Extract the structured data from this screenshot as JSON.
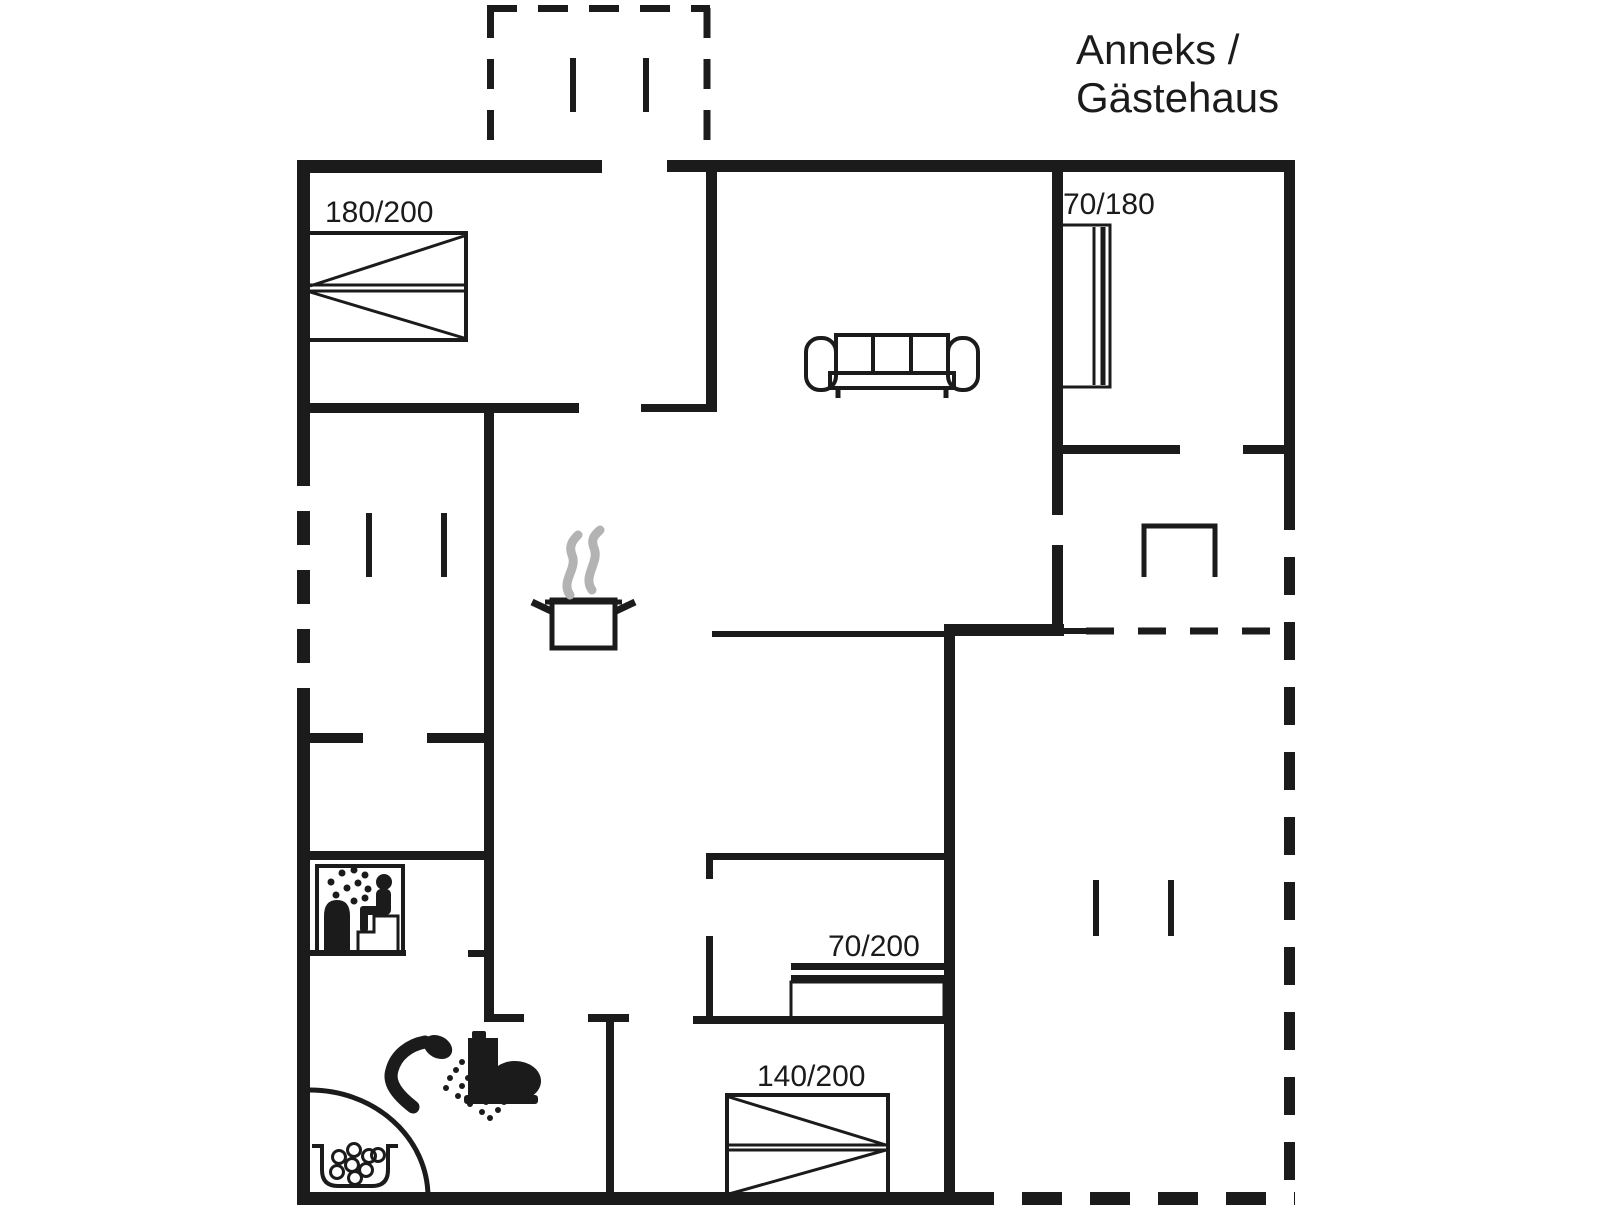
{
  "title": {
    "line1": "Anneks /",
    "line2": "Gästehaus"
  },
  "labels": {
    "bed_master": "180/200",
    "bed_annex": "70/180",
    "bed_bunk": "70/200",
    "bed_double": "140/200"
  },
  "colors": {
    "wall": "#1b1b1b",
    "steam": "#b3b3b3",
    "background": "#ffffff"
  },
  "icons": {
    "sofa": "sofa-top-view",
    "cooking_pot": "pot-with-steam",
    "sauna": "person-on-sauna-bench-with-heater",
    "shower": "shower-head-with-spray",
    "toilet": "toilet-silhouette",
    "whirlpool": "tub-with-bubbles",
    "wardrobe": "tall-cabinet",
    "fireplace": "open-rectangle"
  }
}
